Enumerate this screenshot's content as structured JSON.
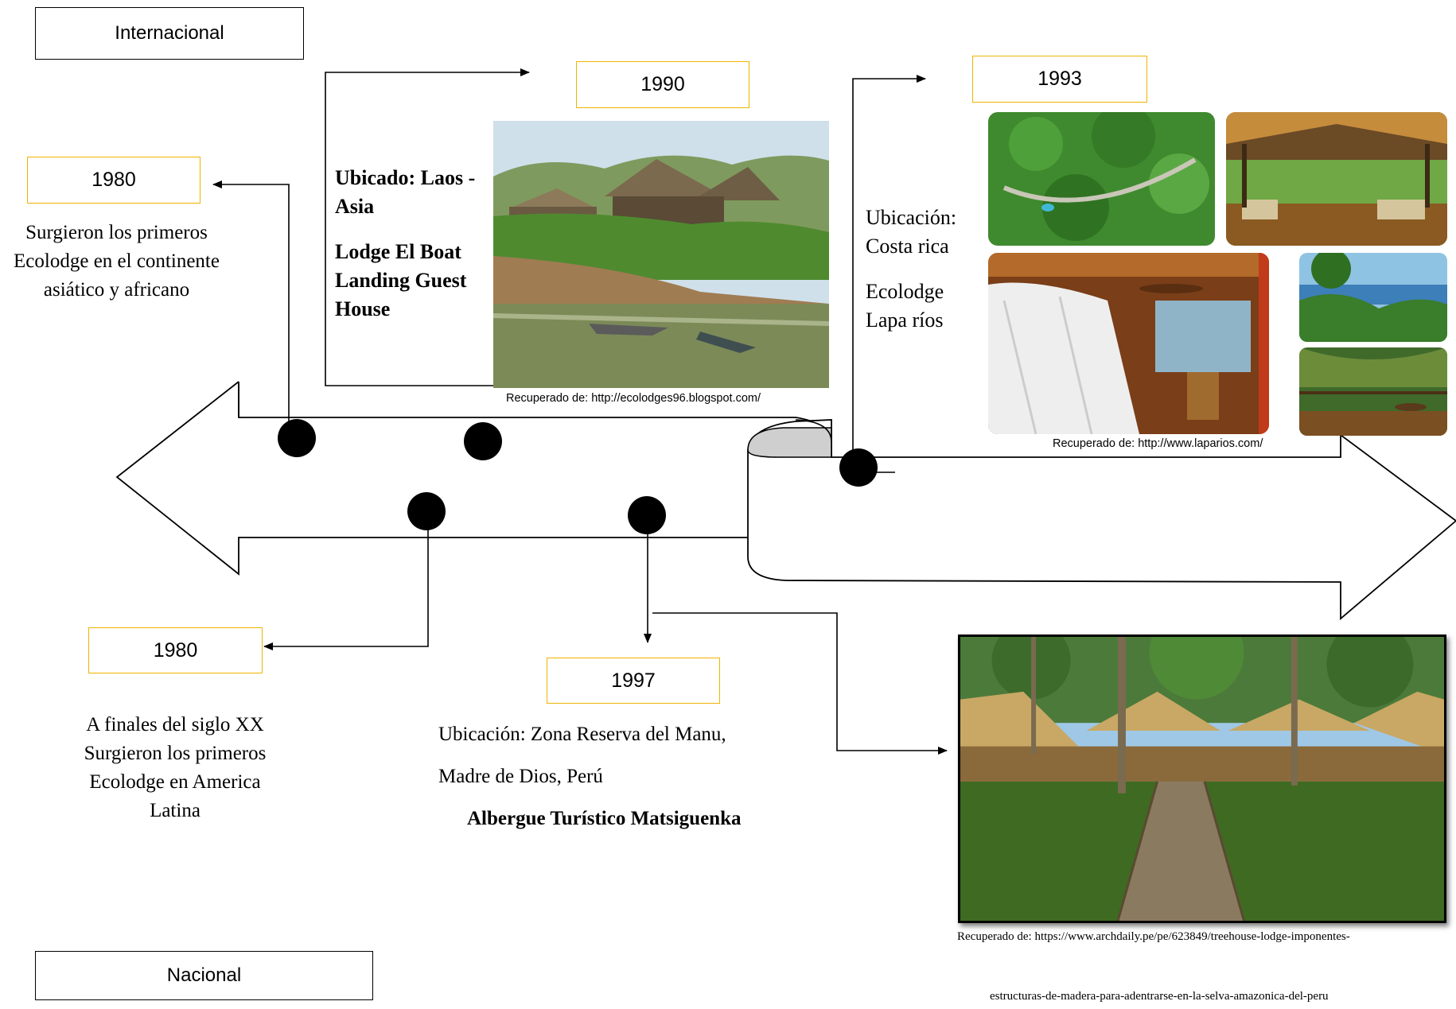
{
  "categories": {
    "international": "Internacional",
    "national": "Nacional"
  },
  "events": {
    "asia_africa": {
      "year": "1980",
      "description": "Surgieron los primeros Ecolodge en el continente asiático y africano"
    },
    "laos": {
      "year": "1990",
      "location": "Ubicado: Laos - Asia",
      "name": "Lodge El Boat Landing Guest House",
      "source": "Recuperado de: http://ecolodges96.blogspot.com/"
    },
    "costa_rica": {
      "year": "1993",
      "location_label": "Ubicación:",
      "location": "Costa rica",
      "name": "Ecolodge Lapa ríos",
      "source": "Recuperado de: http://www.laparios.com/"
    },
    "latin_america": {
      "year": "1980",
      "description": "A finales del siglo XX Surgieron los primeros Ecolodge en America Latina"
    },
    "manu": {
      "year": "1997",
      "location_line1": "Ubicación: Zona Reserva del Manu,",
      "location_line2": "Madre de Dios, Perú",
      "name": "Albergue Turístico Matsiguenka",
      "source_line1": "Recuperado de: https://www.archdaily.pe/pe/623849/treehouse-lodge-imponentes-",
      "source_line2": "estructuras-de-madera-para-adentrarse-en-la-selva-amazonica-del-peru"
    }
  },
  "icons": [
    "arrow-left-shape",
    "arrow-right-shape",
    "timeline-dot",
    "connector-arrow"
  ]
}
